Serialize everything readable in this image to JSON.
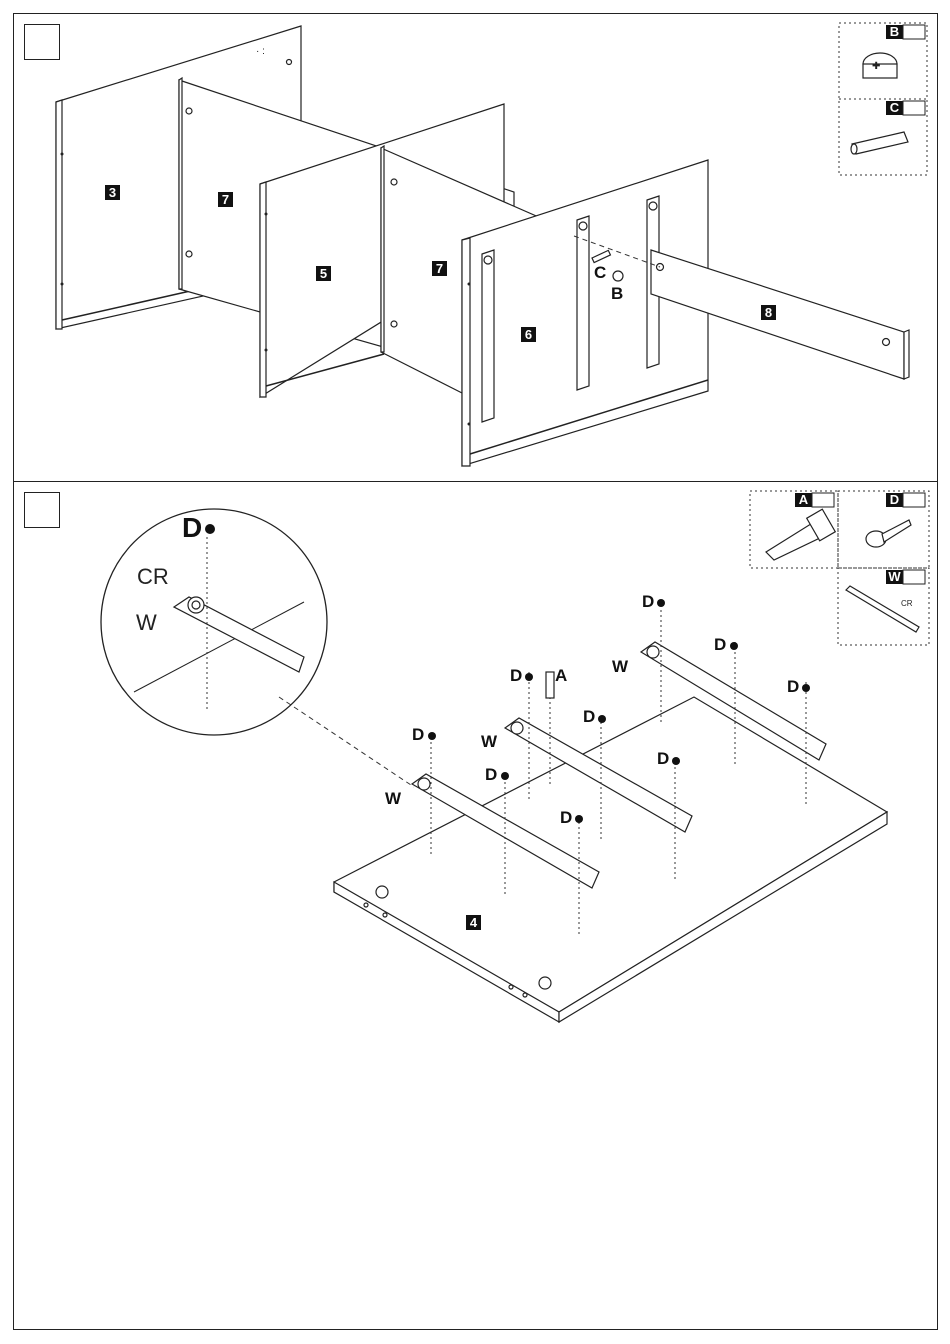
{
  "steps": [
    {
      "id": "step1",
      "number_box": ""
    },
    {
      "id": "step2",
      "number_box": ""
    }
  ],
  "step1": {
    "panels": [
      "3",
      "7",
      "5",
      "7",
      "6",
      "8"
    ],
    "hardware_labels": {
      "c": "C",
      "b": "B"
    },
    "legend": [
      {
        "code": "B",
        "qty": ""
      },
      {
        "code": "C",
        "qty": ""
      }
    ]
  },
  "step2": {
    "panel": "4",
    "zoom": {
      "screw": "D",
      "cam": "CR",
      "runner": "W"
    },
    "runner_label": "W",
    "screw_label": "D",
    "dowel_label": "A",
    "legend": [
      {
        "code": "A",
        "qty": ""
      },
      {
        "code": "D",
        "qty": ""
      },
      {
        "code": "W",
        "qty": "",
        "sub": "CR"
      }
    ]
  },
  "colors": {
    "line": "#222222",
    "label_bg": "#111111",
    "paper": "#ffffff"
  }
}
